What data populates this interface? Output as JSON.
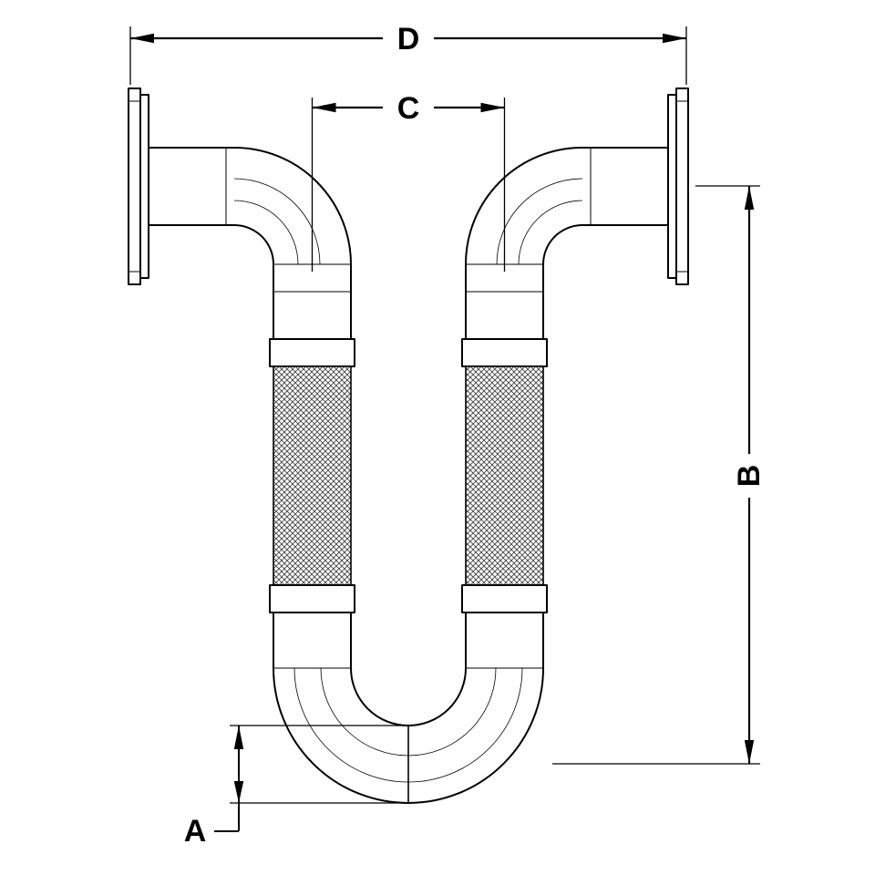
{
  "drawing": {
    "description": "U-shaped flanged pipe assembly with two braided flexible hose sections and dimension callouts",
    "colors": {
      "line": "#000000",
      "background": "#ffffff",
      "hatch": "#3a3a3a"
    }
  },
  "dimensions": {
    "d": {
      "label": "D"
    },
    "c": {
      "label": "C"
    },
    "b": {
      "label": "B"
    },
    "a": {
      "label": "A"
    }
  }
}
